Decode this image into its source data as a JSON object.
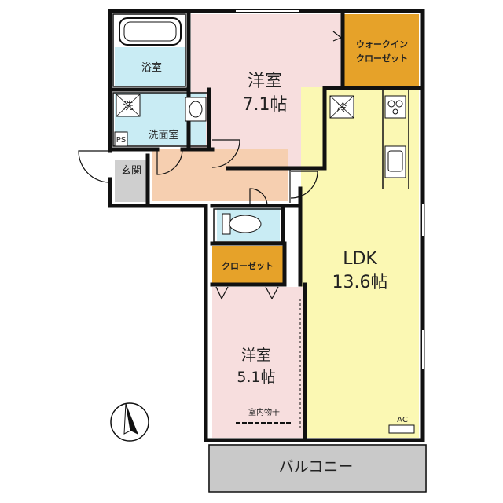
{
  "rooms": {
    "bedroom_large": {
      "name": "洋室",
      "size": "7.1帖"
    },
    "bedroom_small": {
      "name": "洋室",
      "size": "5.1帖"
    },
    "ldk": {
      "name": "LDK",
      "size": "13.6帖"
    },
    "bath": "浴室",
    "washroom": "洗面室",
    "entrance": "玄関",
    "walk_in_closet": {
      "line1": "ウォークイン",
      "line2": "クローゼット"
    },
    "closet": "クローゼット",
    "balcony": "バルコニー"
  },
  "fixtures": {
    "washer": "洗",
    "fridge": "冷",
    "ps": "PS",
    "ac": "AC",
    "drying_rack": "室内物干"
  },
  "colors": {
    "bedroom": "#f7dede",
    "ldk": "#fbf8b3",
    "wet_area": "#c9ecf4",
    "hallway": "#f6cfb0",
    "closet": "#e6a229",
    "balcony": "#c9c9c9",
    "entrance": "#cfcfcf",
    "wall": "#111111"
  }
}
